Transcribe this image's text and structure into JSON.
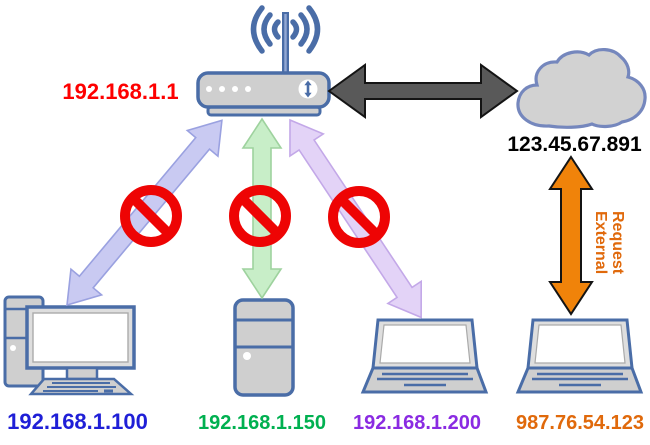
{
  "router": {
    "ip": "192.168.1.1",
    "ip_color": "#fe0000",
    "icon": "wireless-router"
  },
  "internet": {
    "ip": "123.45.67.891",
    "ip_color": "#000000",
    "icon": "cloud"
  },
  "wan_link": {
    "type": "double-arrow",
    "color": "#595959"
  },
  "lan_devices": [
    {
      "device": "desktop-pc",
      "ip": "192.168.1.100",
      "ip_color": "#1f1fd7",
      "link_color": "#c9caf2",
      "blocked": true
    },
    {
      "device": "server-tower",
      "ip": "192.168.1.150",
      "ip_color": "#00b050",
      "link_color": "#c8eec8",
      "blocked": true
    },
    {
      "device": "laptop",
      "ip": "192.168.1.200",
      "ip_color": "#8a2be2",
      "link_color": "#e3d3f7",
      "blocked": true
    }
  ],
  "external_device": {
    "device": "laptop",
    "ip": "987.76.54.123",
    "ip_color": "#e0690b"
  },
  "external_request": {
    "word1": "External",
    "word2": "Request",
    "text_color": "#e0690b",
    "arrow_color": "#f0830a"
  },
  "blocked_symbol": {
    "icon": "no-entry",
    "color": "#ee0404"
  },
  "style": {
    "device_outline": "#4a6da7",
    "device_fill": "#cfcfcf",
    "cloud_outline": "#7587bd"
  }
}
